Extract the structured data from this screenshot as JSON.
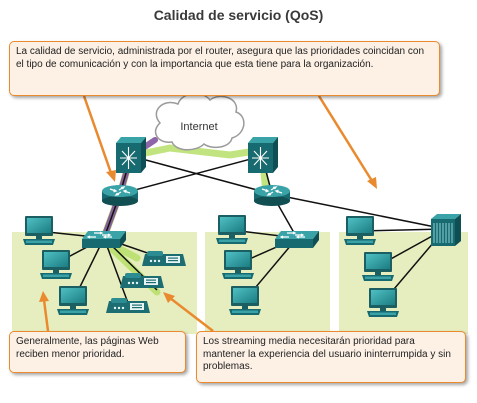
{
  "title": "Calidad de servicio (QoS)",
  "cloud_label": "Internet",
  "callouts": {
    "router_qos": "La calidad de servicio, administrada por el router, asegura que las prioridades coincidan con el tipo de comunicación y con la importancia que esta tiene para la organización.",
    "web_priority": "Generalmente, las páginas Web reciben menor prioridad.",
    "streaming_priority": "Los streaming media necesitarán prioridad para mantener la experiencia del usuario ininterrumpida y sin problemas."
  },
  "colors": {
    "lan_background": "#e6edbe",
    "callout_border": "#ea8a2f",
    "callout_fill": "#fdf1e6",
    "high_priority_path": "#b8e06a",
    "low_priority_path": "#7a4a9a",
    "device_teal": "#1f7f85"
  }
}
